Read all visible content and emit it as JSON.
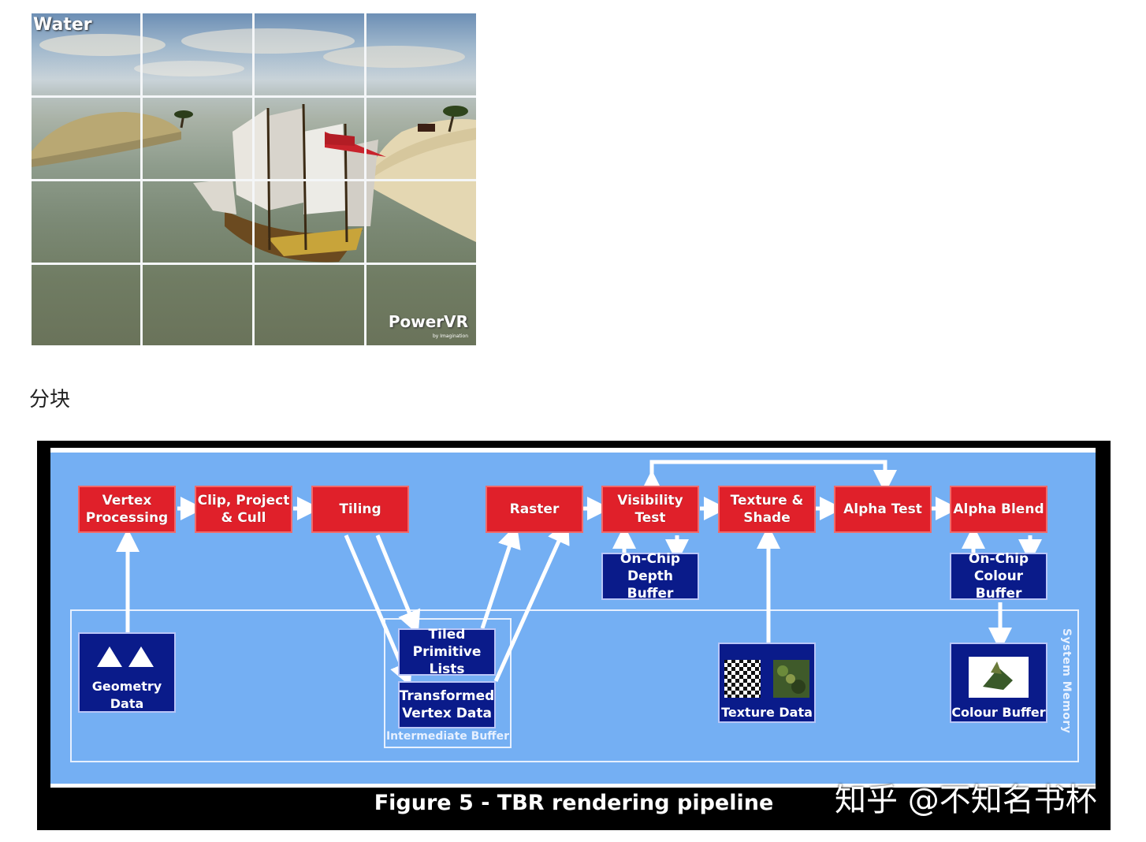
{
  "scene": {
    "title": "Water",
    "logo": "PowerVR",
    "logo_sub": "by Imagination",
    "grid": {
      "columns": 4,
      "rows": 4
    }
  },
  "caption": "分块",
  "figure": {
    "caption": "Figure 5 - TBR rendering pipeline",
    "watermark": "知乎 @不知名书杯",
    "stages": {
      "vertex": "Vertex Processing",
      "clip": "Clip, Project & Cull",
      "tiling": "Tiling",
      "raster": "Raster",
      "visibility": "Visibility Test",
      "texture_shade": "Texture & Shade",
      "alpha_test": "Alpha Test",
      "alpha_blend": "Alpha Blend"
    },
    "buffers": {
      "depth": "On-Chip Depth Buffer",
      "colour_onchip": "On-Chip Colour Buffer",
      "geometry": "Geometry Data",
      "tiled_lists": "Tiled Primitive Lists",
      "transformed": "Transformed Vertex Data",
      "texture": "Texture Data",
      "colour_buffer": "Colour Buffer"
    },
    "regions": {
      "intermediate": "Intermediate Buffer",
      "system_memory": "System Memory"
    },
    "colors": {
      "stage": "#e0202a",
      "buffer": "#0a1b8a",
      "background": "#74aff3"
    }
  }
}
